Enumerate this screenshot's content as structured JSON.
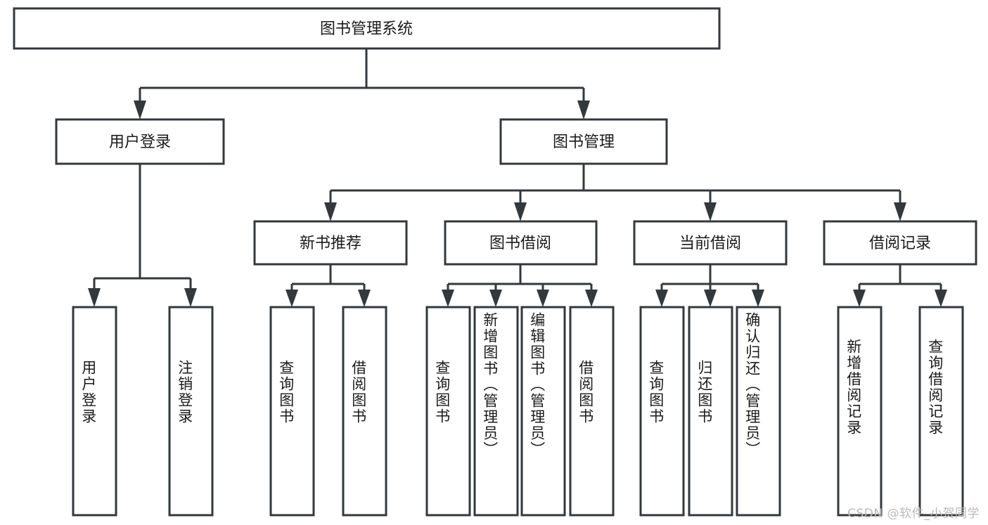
{
  "diagram": {
    "title": "图书管理系统",
    "type": "hierarchy-tree",
    "root": {
      "id": "root",
      "label": "图书管理系统",
      "level": 0
    },
    "level2": [
      {
        "id": "user-login",
        "label": "用户登录"
      },
      {
        "id": "book-management",
        "label": "图书管理"
      }
    ],
    "level3": [
      {
        "id": "new-book-recommend",
        "label": "新书推荐",
        "parent": "book-management"
      },
      {
        "id": "book-borrow",
        "label": "图书借阅",
        "parent": "book-management"
      },
      {
        "id": "current-borrow",
        "label": "当前借阅",
        "parent": "book-management"
      },
      {
        "id": "borrow-record",
        "label": "借阅记录",
        "parent": "book-management"
      }
    ],
    "leaves": [
      {
        "id": "leaf-user-login",
        "label": "用户登录",
        "parent": "user-login"
      },
      {
        "id": "leaf-logout-login",
        "label": "注销登录",
        "parent": "user-login"
      },
      {
        "id": "leaf-query-book-1",
        "label": "查询图书",
        "parent": "new-book-recommend"
      },
      {
        "id": "leaf-borrow-book-1",
        "label": "借阅图书",
        "parent": "new-book-recommend"
      },
      {
        "id": "leaf-query-book-2",
        "label": "查询图书",
        "parent": "book-borrow"
      },
      {
        "id": "leaf-add-book",
        "label": "新增图书（管理员）",
        "parent": "book-borrow"
      },
      {
        "id": "leaf-edit-book",
        "label": "编辑图书（管理员）",
        "parent": "book-borrow"
      },
      {
        "id": "leaf-borrow-book-2",
        "label": "借阅图书",
        "parent": "book-borrow"
      },
      {
        "id": "leaf-query-book-3",
        "label": "查询图书",
        "parent": "current-borrow"
      },
      {
        "id": "leaf-return-book",
        "label": "归还图书",
        "parent": "current-borrow"
      },
      {
        "id": "leaf-confirm-return",
        "label": "确认归还（管理员）",
        "parent": "current-borrow"
      },
      {
        "id": "leaf-add-record",
        "label": "新增借阅记录",
        "parent": "borrow-record"
      },
      {
        "id": "leaf-query-record",
        "label": "查询借阅记录",
        "parent": "borrow-record"
      }
    ]
  },
  "watermark": {
    "text": "CSDN @软件_小贺同学"
  },
  "colors": {
    "stroke": "#33383c",
    "fill": "#ffffff",
    "text": "#1b1b1b",
    "watermark": "#b9b9b9"
  }
}
